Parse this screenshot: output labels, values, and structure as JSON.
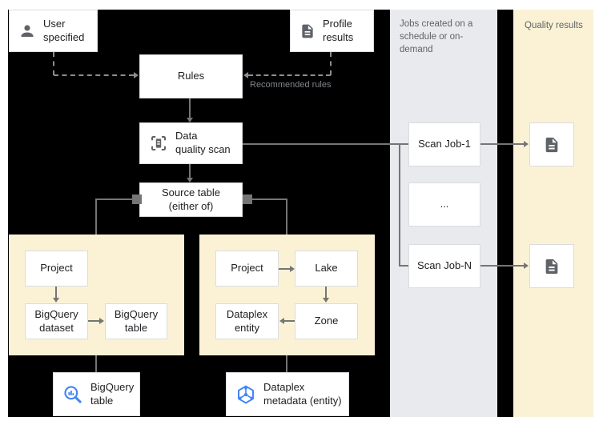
{
  "title": "Data quality scan architecture diagram",
  "colors": {
    "canvas_background": "#000000",
    "page_margin": "#FFFFFF",
    "panel_yellow": "#FBF2D6",
    "column_gray": "#E8EAED",
    "box_fill": "#FFFFFF",
    "box_border": "#DADCE0",
    "connector_gray": "#757575",
    "dashed_gray": "#8A8D91",
    "text_dark": "#202124",
    "text_gray": "#5F6368",
    "icon_gray": "#5F6368",
    "icon_blue": "#4285F4"
  },
  "nodes": {
    "user_specified": {
      "label": "User\nspecified",
      "icon": "person-icon"
    },
    "profile_results": {
      "label": "Profile\nresults",
      "icon": "document-icon"
    },
    "rules": {
      "label": "Rules"
    },
    "data_quality_scan": {
      "label": "Data\nquality scan",
      "icon": "scan-icon"
    },
    "source_table": {
      "label": "Source table\n(either of)"
    },
    "scan_job_1": {
      "label": "Scan Job-1"
    },
    "scan_job_more": {
      "label": "..."
    },
    "scan_job_n": {
      "label": "Scan Job-N"
    },
    "quality_result_1": {
      "icon": "document-icon"
    },
    "quality_result_2": {
      "icon": "document-icon"
    }
  },
  "bigquery_panel": {
    "project": "Project",
    "bigquery_dataset": "BigQuery\ndataset",
    "bigquery_table": "BigQuery\ntable"
  },
  "dataplex_panel": {
    "project": "Project",
    "lake": "Lake",
    "zone": "Zone",
    "dataplex_entity": "Dataplex\nentity"
  },
  "storage_nodes": {
    "bigquery_table": {
      "label": "BigQuery\ntable",
      "icon": "bigquery-icon"
    },
    "dataplex_metadata": {
      "label": "Dataplex\nmetadata (entity)",
      "icon": "dataplex-icon"
    }
  },
  "annotations": {
    "recommended_rules": "Recommended rules",
    "jobs_column_header": "Jobs created on a\nschedule or on-demand",
    "quality_results_header": "Quality results"
  }
}
